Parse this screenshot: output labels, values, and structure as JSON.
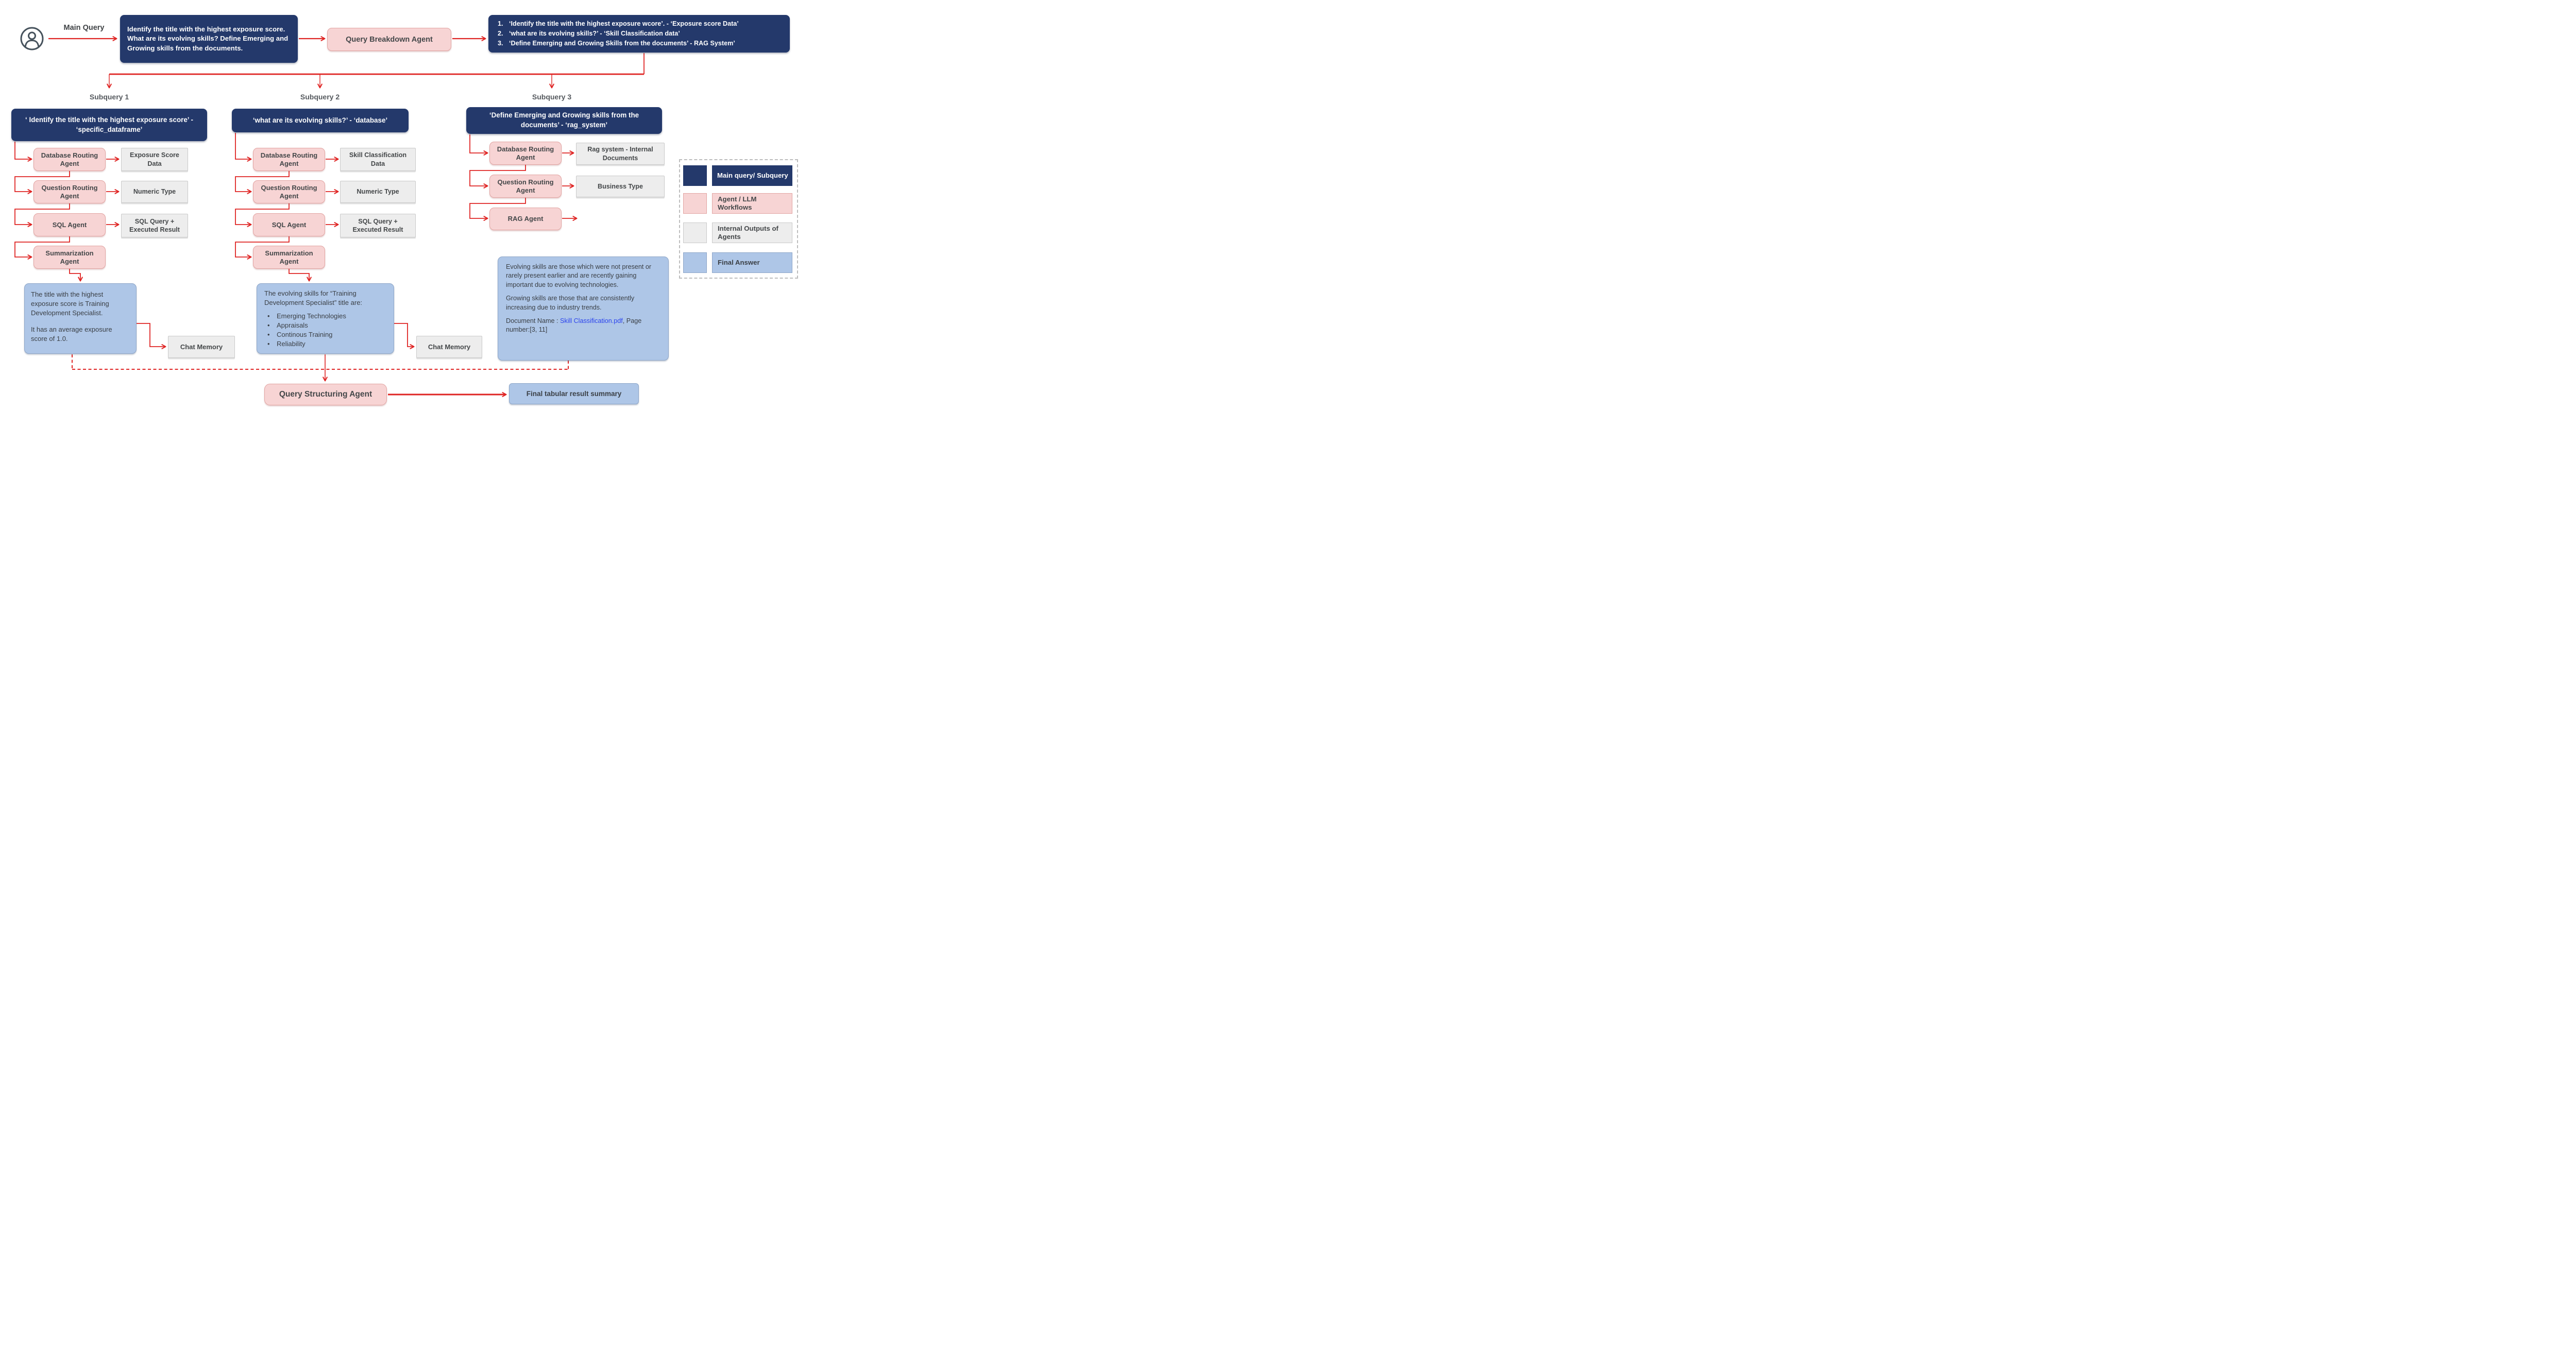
{
  "header": {
    "user_label": "Main Query",
    "main_query": "Identify the title with the highest exposure score. What are its evolving skills? Define Emerging and Growing skills from the documents.",
    "breakdown_agent_label": "Query Breakdown Agent",
    "breakdown_items": [
      {
        "num": "1.",
        "text": "‘Identify the title with the highest exposure wcore’. - ‘Exposure score Data’",
        "bold": ""
      },
      {
        "num": "2.",
        "text": "‘what are its evolving skills?’ - ‘Skill Classification data’",
        "bold": ""
      },
      {
        "num": "3.",
        "text": "‘Define Emerging and Growing Skills from the documents’ - ",
        "bold": "RAG System’"
      }
    ]
  },
  "subqueries": [
    {
      "title": "Subquery 1",
      "query": "‘ Identify the title with the highest exposure score’ - ‘specific_dataframe’",
      "agents": [
        "Database Routing Agent",
        "Question Routing Agent",
        "SQL Agent",
        "Summarization Agent"
      ],
      "outputs": [
        "Exposure Score Data",
        "Numeric Type",
        "SQL Query + Executed Result"
      ],
      "answer_p1": "The title with the highest exposure score is Training Development Specialist.",
      "answer_p2": "It has an average exposure score of 1.0.",
      "chat_memory": "Chat Memory"
    },
    {
      "title": "Subquery 2",
      "query": "‘what are its evolving skills?’ - ‘database’",
      "agents": [
        "Database Routing Agent",
        "Question Routing Agent",
        "SQL Agent",
        "Summarization Agent"
      ],
      "outputs": [
        "Skill Classification Data",
        "Numeric Type",
        "SQL Query + Executed Result"
      ],
      "answer_intro": "The evolving skills for “Training Development Specialist” title are:",
      "answer_bullets": [
        "Emerging Technologies",
        "Appraisals",
        "Continous Training",
        "Reliability"
      ],
      "chat_memory": "Chat Memory"
    },
    {
      "title": "Subquery 3",
      "query": "‘Define Emerging and Growing skills from the documents’ - ‘rag_system’",
      "agents": [
        "Database Routing Agent",
        "Question Routing Agent",
        "RAG Agent"
      ],
      "outputs": [
        "Rag system - Internal Documents",
        "Business Type"
      ]
    }
  ],
  "definitions": {
    "para1": "Evolving skills are those which were not present or rarely present earlier and are recently gaining important due to evolving technologies.",
    "para2": "Growing skills are those that are consistently increasing due to industry trends.",
    "doc_label": "Document Name : ",
    "doc_link": "Skill Classification.pdf",
    "doc_suffix": ", Page number:[3, 11]"
  },
  "legend": {
    "items": [
      {
        "label": "Main query/ Subquery",
        "type": "dark-blue"
      },
      {
        "label": "Agent / LLM Workflows",
        "type": "pink"
      },
      {
        "label": "Internal Outputs of Agents",
        "type": "grey"
      },
      {
        "label": "Final Answer",
        "type": "light-blue"
      }
    ]
  },
  "footer": {
    "structuring_agent": "Query Structuring Agent",
    "final_summary": "Final tabular result summary"
  },
  "colors": {
    "dark_blue": "#24396B",
    "pink_fill": "#F7D4D4",
    "pink_border": "#E2A5A3",
    "grey_fill": "#EDEDED",
    "light_blue_fill": "#AEC6E7",
    "arrow_red": "#DF2423",
    "link_blue": "#2B43EE"
  }
}
